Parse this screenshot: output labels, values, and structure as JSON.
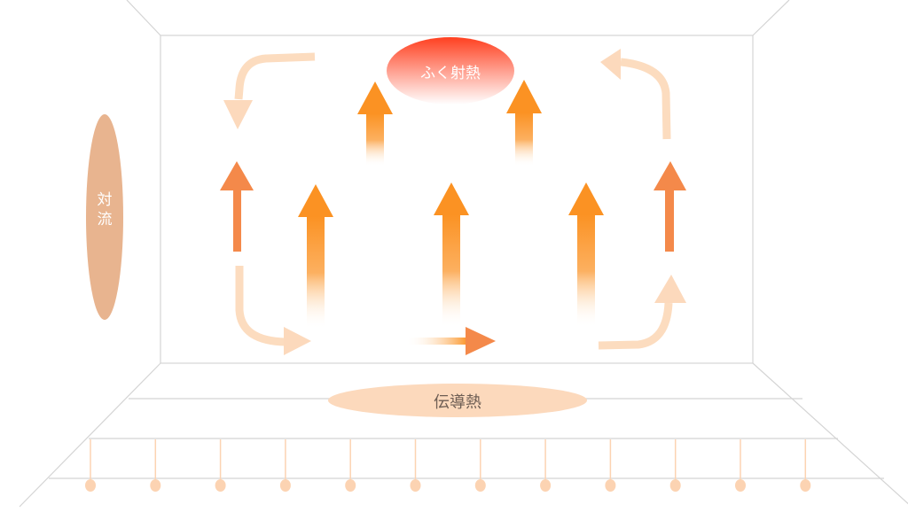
{
  "labels": {
    "convection_line1": "対",
    "convection_line2": "流",
    "radiant_heat": "ふく射熱",
    "conductive_heat": "伝導熱"
  },
  "colors": {
    "arrow_orange": "#fb9223",
    "arrow_dark": "#f4894a",
    "arrow_light": "#fcdcbf",
    "radiant_red": "#ff4020",
    "convection_fill": "#e8b48f",
    "conduction_fill": "#fcd9bc",
    "lines": "#d0d0d0"
  }
}
